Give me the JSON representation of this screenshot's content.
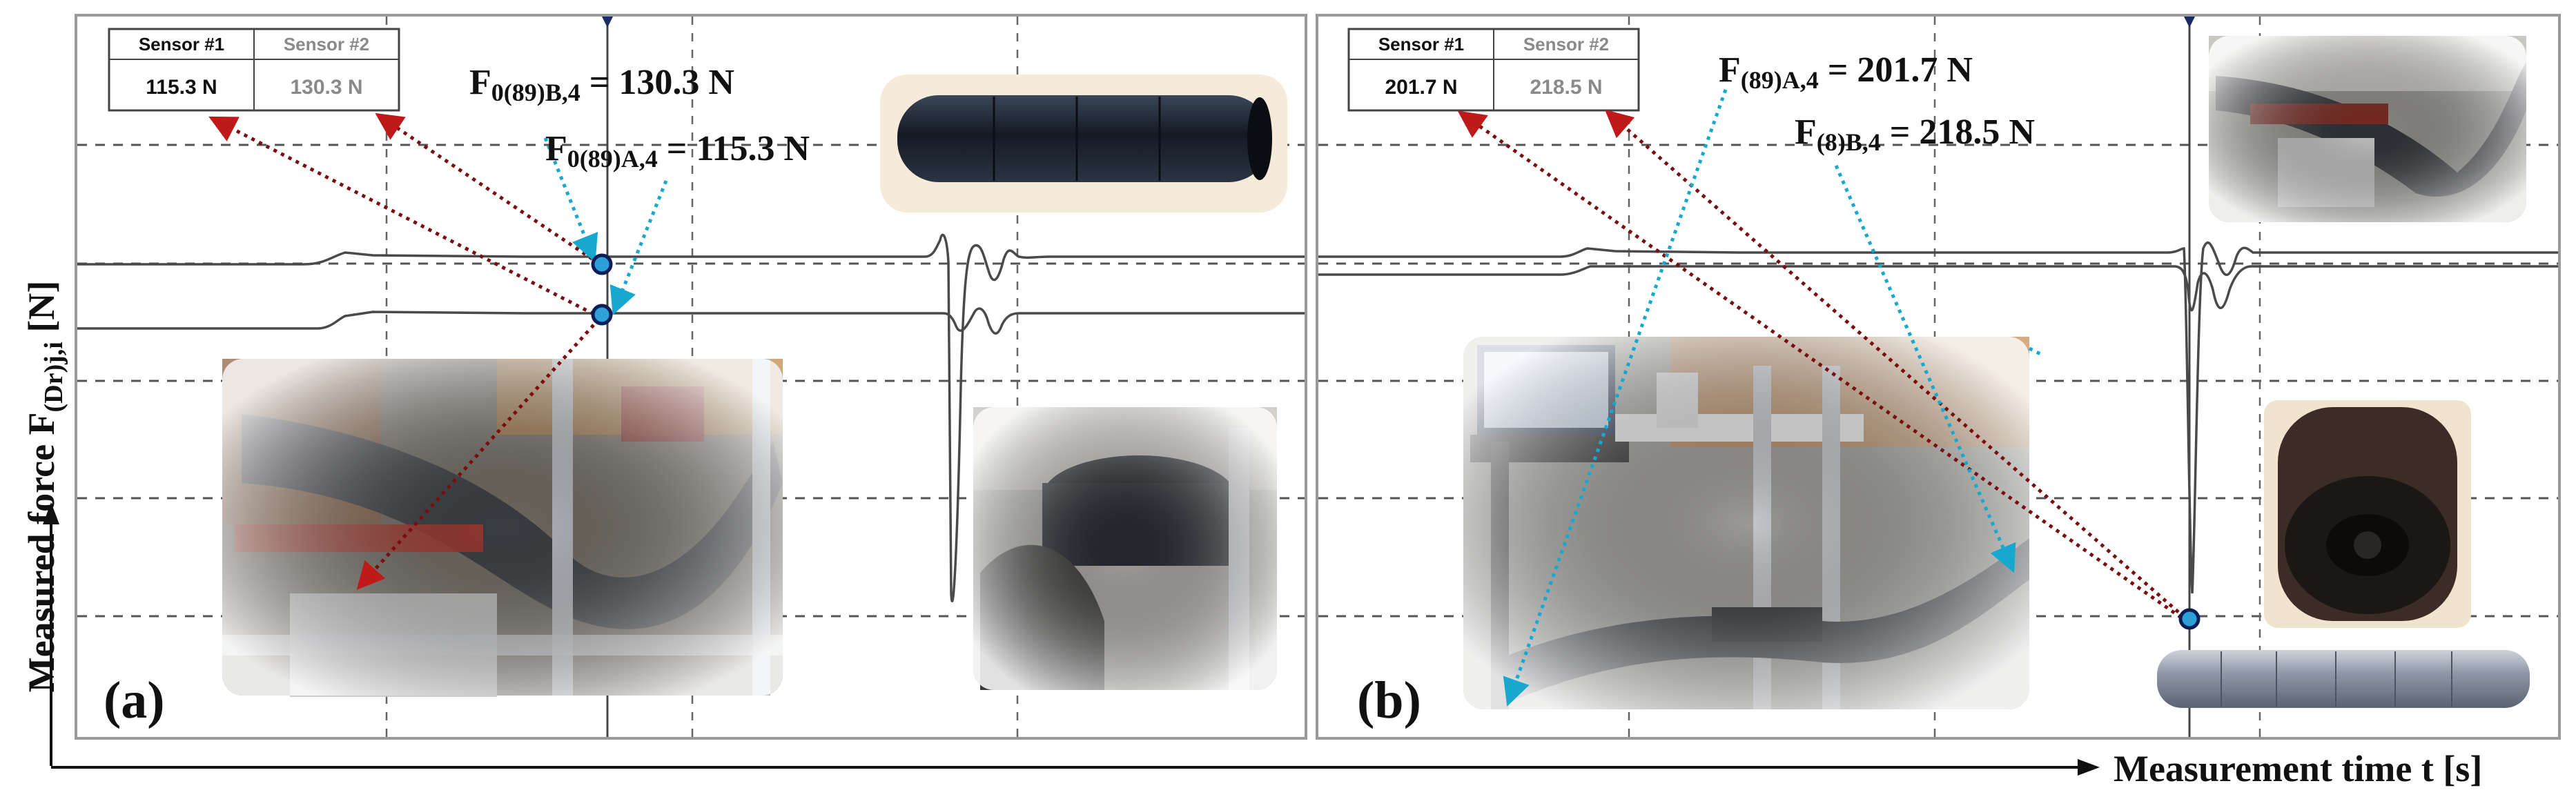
{
  "axes": {
    "y_label": "Measured force F",
    "y_label_sub": "(Dr)j,i",
    "y_label_unit": " [N]",
    "x_label": "Measurement time t [s]"
  },
  "panels": [
    {
      "label": "(a)",
      "sensor_table": {
        "header_1": "Sensor #1",
        "header_2": "Sensor #2",
        "value_1": "115.3 N",
        "value_2": "130.3 N"
      },
      "annotations": [
        {
          "prefix": "F",
          "sub": "0(89)B,4",
          "text": " = 130.3 N"
        },
        {
          "prefix": "F",
          "sub": "0(89)A,4",
          "text": " = 115.3 N"
        }
      ]
    },
    {
      "label": "(b)",
      "sensor_table": {
        "header_1": "Sensor #1",
        "header_2": "Sensor #2",
        "value_1": "201.7 N",
        "value_2": "218.5 N"
      },
      "annotations": [
        {
          "prefix": "F",
          "sub": "(89)A,4",
          "text": " = 201.7 N"
        },
        {
          "prefix": "F",
          "sub": "(8)B,4",
          "text": " = 218.5 N"
        }
      ]
    }
  ],
  "colors": {
    "marker_fill": "#2e9fd8",
    "red_pointer": "#c0191a",
    "cyan_pointer": "#16a8cf",
    "sensor_1_text": "#111111",
    "sensor_2_text": "#8a8a8a"
  },
  "photos": [
    "belt-conveyor-test-rig-photo",
    "idler-roller-photo",
    "laptop-measurement-station-photo",
    "roller-end-cap-photo",
    "roller-render"
  ]
}
